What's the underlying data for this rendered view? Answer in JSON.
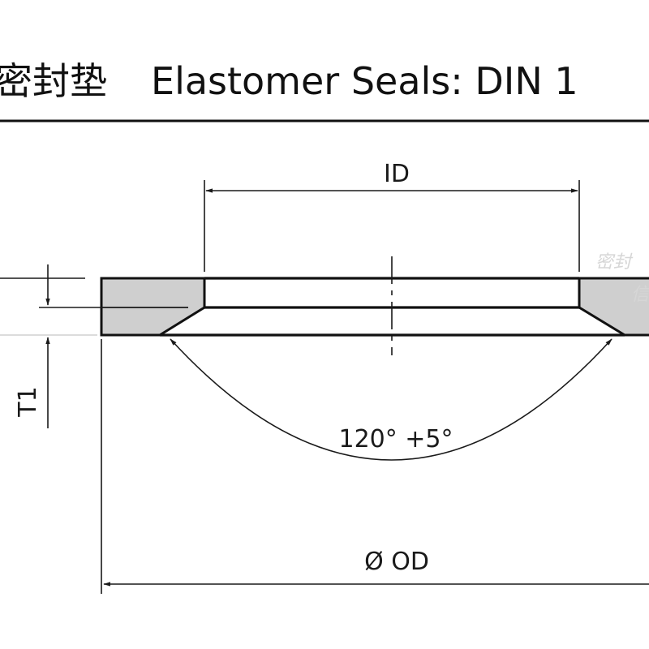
{
  "header": {
    "title_cn": "密封垫",
    "title_en": "Elastomer Seals: DIN 1"
  },
  "dimensions": {
    "inner_diameter": "ID",
    "thickness": "T1",
    "angle": "120° +5°",
    "outer_diameter": "Ø OD"
  },
  "watermark": {
    "line1": "密封",
    "line2": "信"
  },
  "colors": {
    "section_fill": "#cfcfcf",
    "line": "#1a1a1a"
  }
}
